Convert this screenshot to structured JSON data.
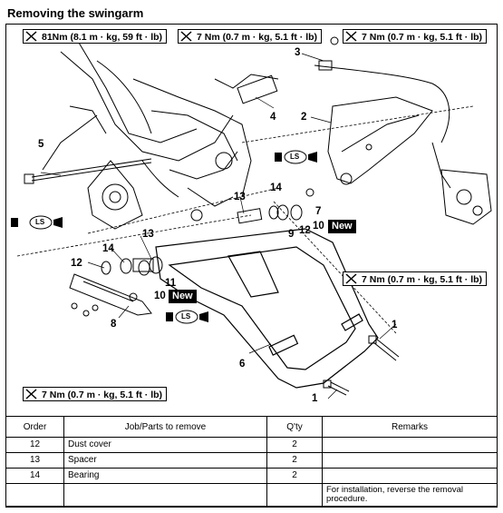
{
  "page": {
    "title": "Removing the swingarm"
  },
  "torque_labels": {
    "t81": "81Nm (8.1 m · kg, 59 ft · lb)",
    "t7_top_mid": "7 Nm (0.7 m · kg, 5.1 ft · lb)",
    "t7_top_right": "7 Nm (0.7 m · kg, 5.1 ft · lb)",
    "t7_mid_right": "7 Nm (0.7 m · kg, 5.1 ft · lb)",
    "t7_bottom_left": "7 Nm (0.7 m · kg, 5.1 ft · lb)"
  },
  "callouts": {
    "n1a": "1",
    "n1b": "1",
    "n2": "2",
    "n3": "3",
    "n4": "4",
    "n5": "5",
    "n6": "6",
    "n7": "7",
    "n8": "8",
    "n9": "9",
    "n10a": "10",
    "n10b": "10",
    "n11": "11",
    "n12a": "12",
    "n12b": "12",
    "n13a": "13",
    "n13b": "13",
    "n14a": "14",
    "n14b": "14"
  },
  "badges": {
    "new_label": "New"
  },
  "lube": {
    "ls": "LS"
  },
  "table": {
    "headers": {
      "order": "Order",
      "job": "Job/Parts to remove",
      "qty": "Q'ty",
      "remarks": "Remarks"
    },
    "rows": [
      {
        "order": "12",
        "job": "Dust cover",
        "qty": "2",
        "remarks": ""
      },
      {
        "order": "13",
        "job": "Spacer",
        "qty": "2",
        "remarks": ""
      },
      {
        "order": "14",
        "job": "Bearing",
        "qty": "2",
        "remarks": ""
      },
      {
        "order": "",
        "job": "",
        "qty": "",
        "remarks": "For installation, reverse the removal procedure."
      }
    ]
  }
}
